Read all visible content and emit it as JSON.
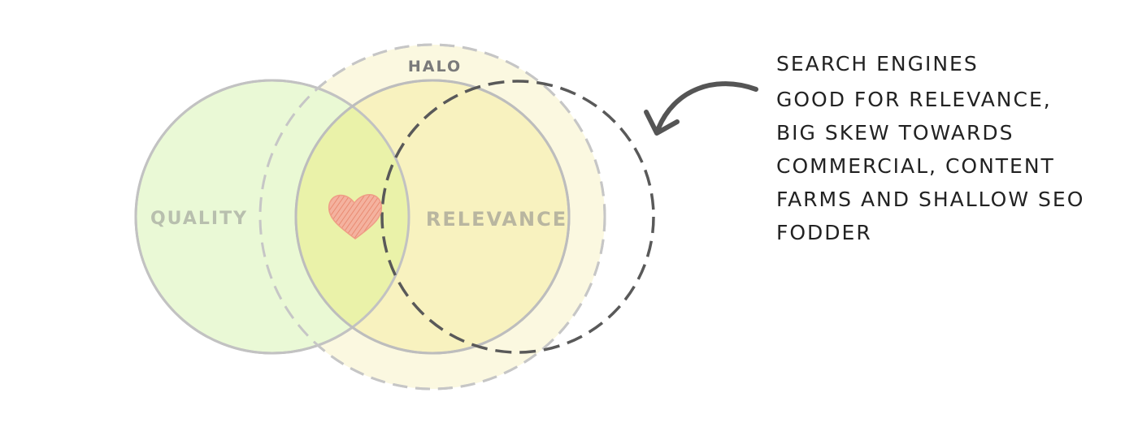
{
  "diagram": {
    "halo_label": "HALO",
    "quality_label": "QUALITY",
    "relevance_label": "RELEVANCE",
    "icons": [
      "heart-icon",
      "curved-arrow-icon"
    ],
    "colors": {
      "quality_fill": "#e6f7cf",
      "halo_fill": "#fbf7dc",
      "relevance_fill": "#f6f0b5",
      "overlap_fill": "#e8f0a0",
      "heart": "#f0a08a",
      "stroke_light": "#b8b8b8",
      "stroke_dark": "#555555",
      "label_color": "#b3b3a8"
    }
  },
  "annotation": {
    "title": "SEARCH ENGINES",
    "lines": [
      "GOOD FOR RELEVANCE,",
      "BIG SKEW TOWARDS",
      "COMMERCIAL, CONTENT",
      "FARMS AND SHALLOW SEO",
      "FODDER"
    ]
  }
}
